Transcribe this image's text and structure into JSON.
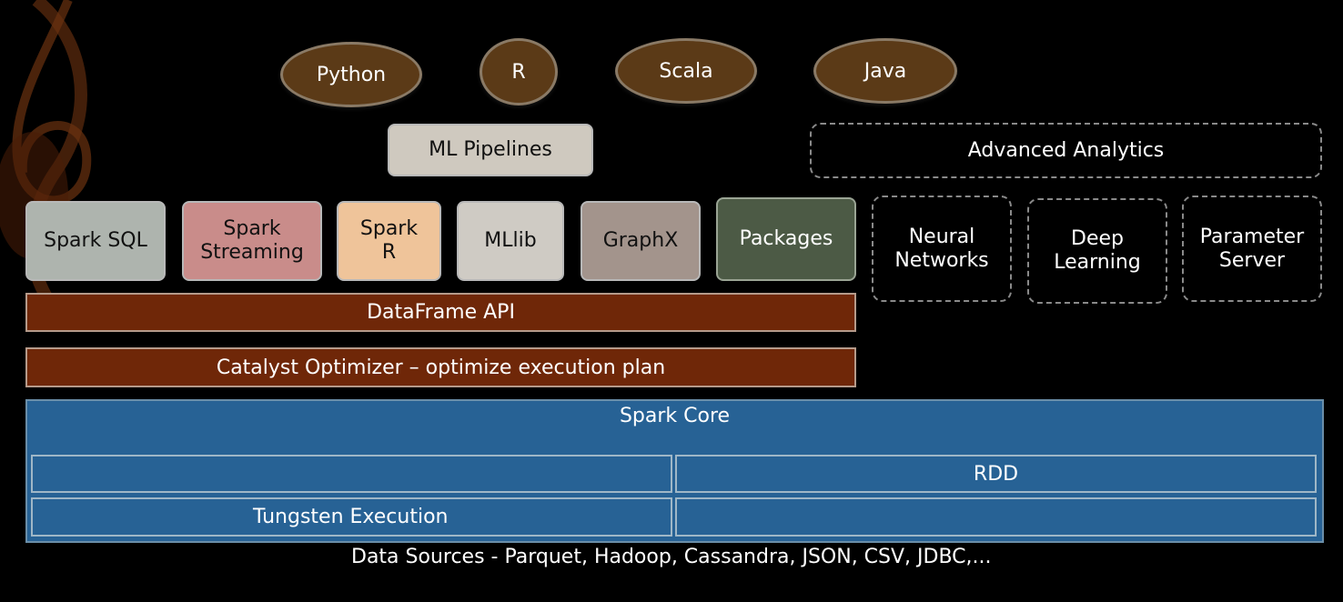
{
  "languages": [
    "Python",
    "R",
    "Scala",
    "Java"
  ],
  "ml_pipelines": "ML Pipelines",
  "advanced_analytics": "Advanced Analytics",
  "libraries": {
    "spark_sql": "Spark SQL",
    "spark_streaming": [
      "Spark",
      "Streaming"
    ],
    "spark_r": [
      "Spark",
      "R"
    ],
    "mllib": "MLlib",
    "graphx": "GraphX",
    "packages": "Packages"
  },
  "analytics": {
    "neural_networks": [
      "Neural",
      "Networks"
    ],
    "deep_learning": [
      "Deep",
      "Learning"
    ],
    "parameter_server": [
      "Parameter",
      "Server"
    ]
  },
  "dataframe_api": "DataFrame API",
  "catalyst": "Catalyst Optimizer – optimize execution plan",
  "spark_core": "Spark Core",
  "rdd": "RDD",
  "tungsten": "Tungsten Execution",
  "data_sources": "Data Sources - Parquet, Hadoop, Cassandra, JSON, CSV, JDBC,..."
}
